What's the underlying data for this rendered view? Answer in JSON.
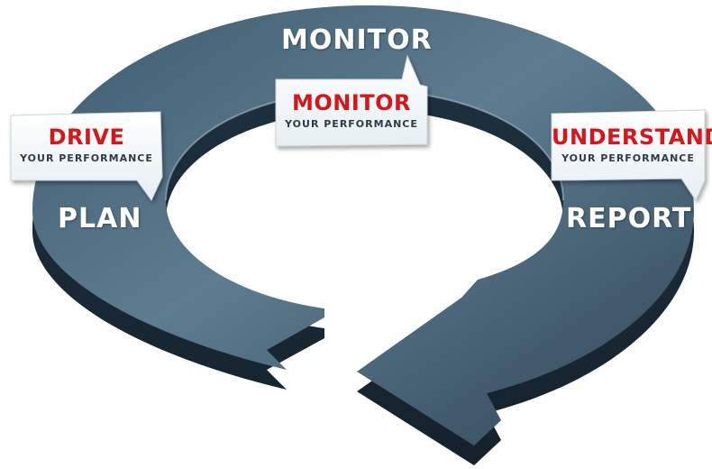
{
  "ring_labels": {
    "top": "MONITOR",
    "left": "PLAN",
    "right": "REPORT"
  },
  "callouts": {
    "left": {
      "title": "DRIVE",
      "subtitle": "YOUR PERFORMANCE"
    },
    "center": {
      "title": "MONITOR",
      "subtitle": "YOUR PERFORMANCE"
    },
    "right": {
      "title": "UNDERSTAND",
      "subtitle": "YOUR PERFORMANCE"
    }
  },
  "colors": {
    "ring_dark": "#2f4a5c",
    "ring_light": "#6f8ea2",
    "callout_title": "#d7151b",
    "callout_subtitle": "#2f3b45",
    "ring_text": "#ffffff"
  }
}
